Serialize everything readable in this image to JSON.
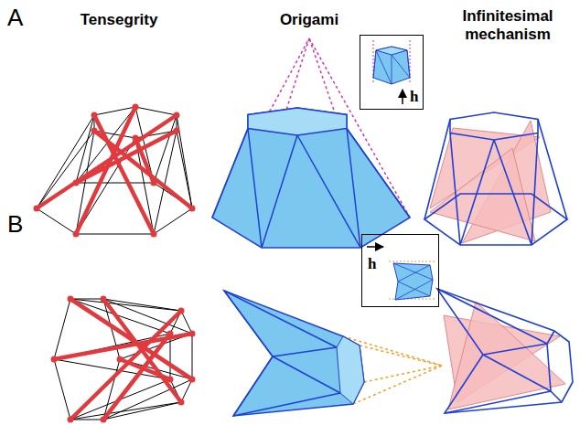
{
  "diagram": {
    "nodes": [
      {
        "text": [
          "h"
        ]
      },
      {
        "text": [
          "h"
        ]
      }
    ],
    "labels": [
      "A",
      "Tensegrity",
      "Origami",
      "Infinitesimal mechanism",
      "B"
    ]
  }
}
